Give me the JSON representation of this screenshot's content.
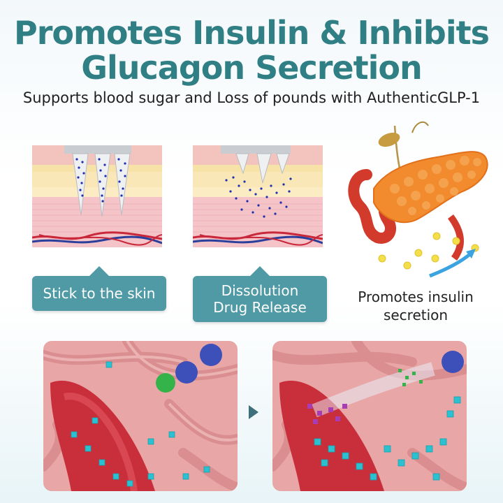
{
  "header": {
    "title_line1": "Promotes Insulin & Inhibits",
    "title_line2": "Glucagon Secretion",
    "subtitle": "Supports blood sugar and Loss of pounds with AuthenticGLP-1"
  },
  "steps": [
    {
      "label": "Stick to the skin"
    },
    {
      "label_line1": "Dissolution",
      "label_line2": "Drug Release"
    }
  ],
  "pancreas": {
    "caption_line1": "Promotes insulin",
    "caption_line2": "secretion"
  },
  "colors": {
    "title": "#2f7f84",
    "label_bg": "#4f9aa4",
    "vessel": "#d6343a",
    "particle": "#2cc1d1"
  }
}
